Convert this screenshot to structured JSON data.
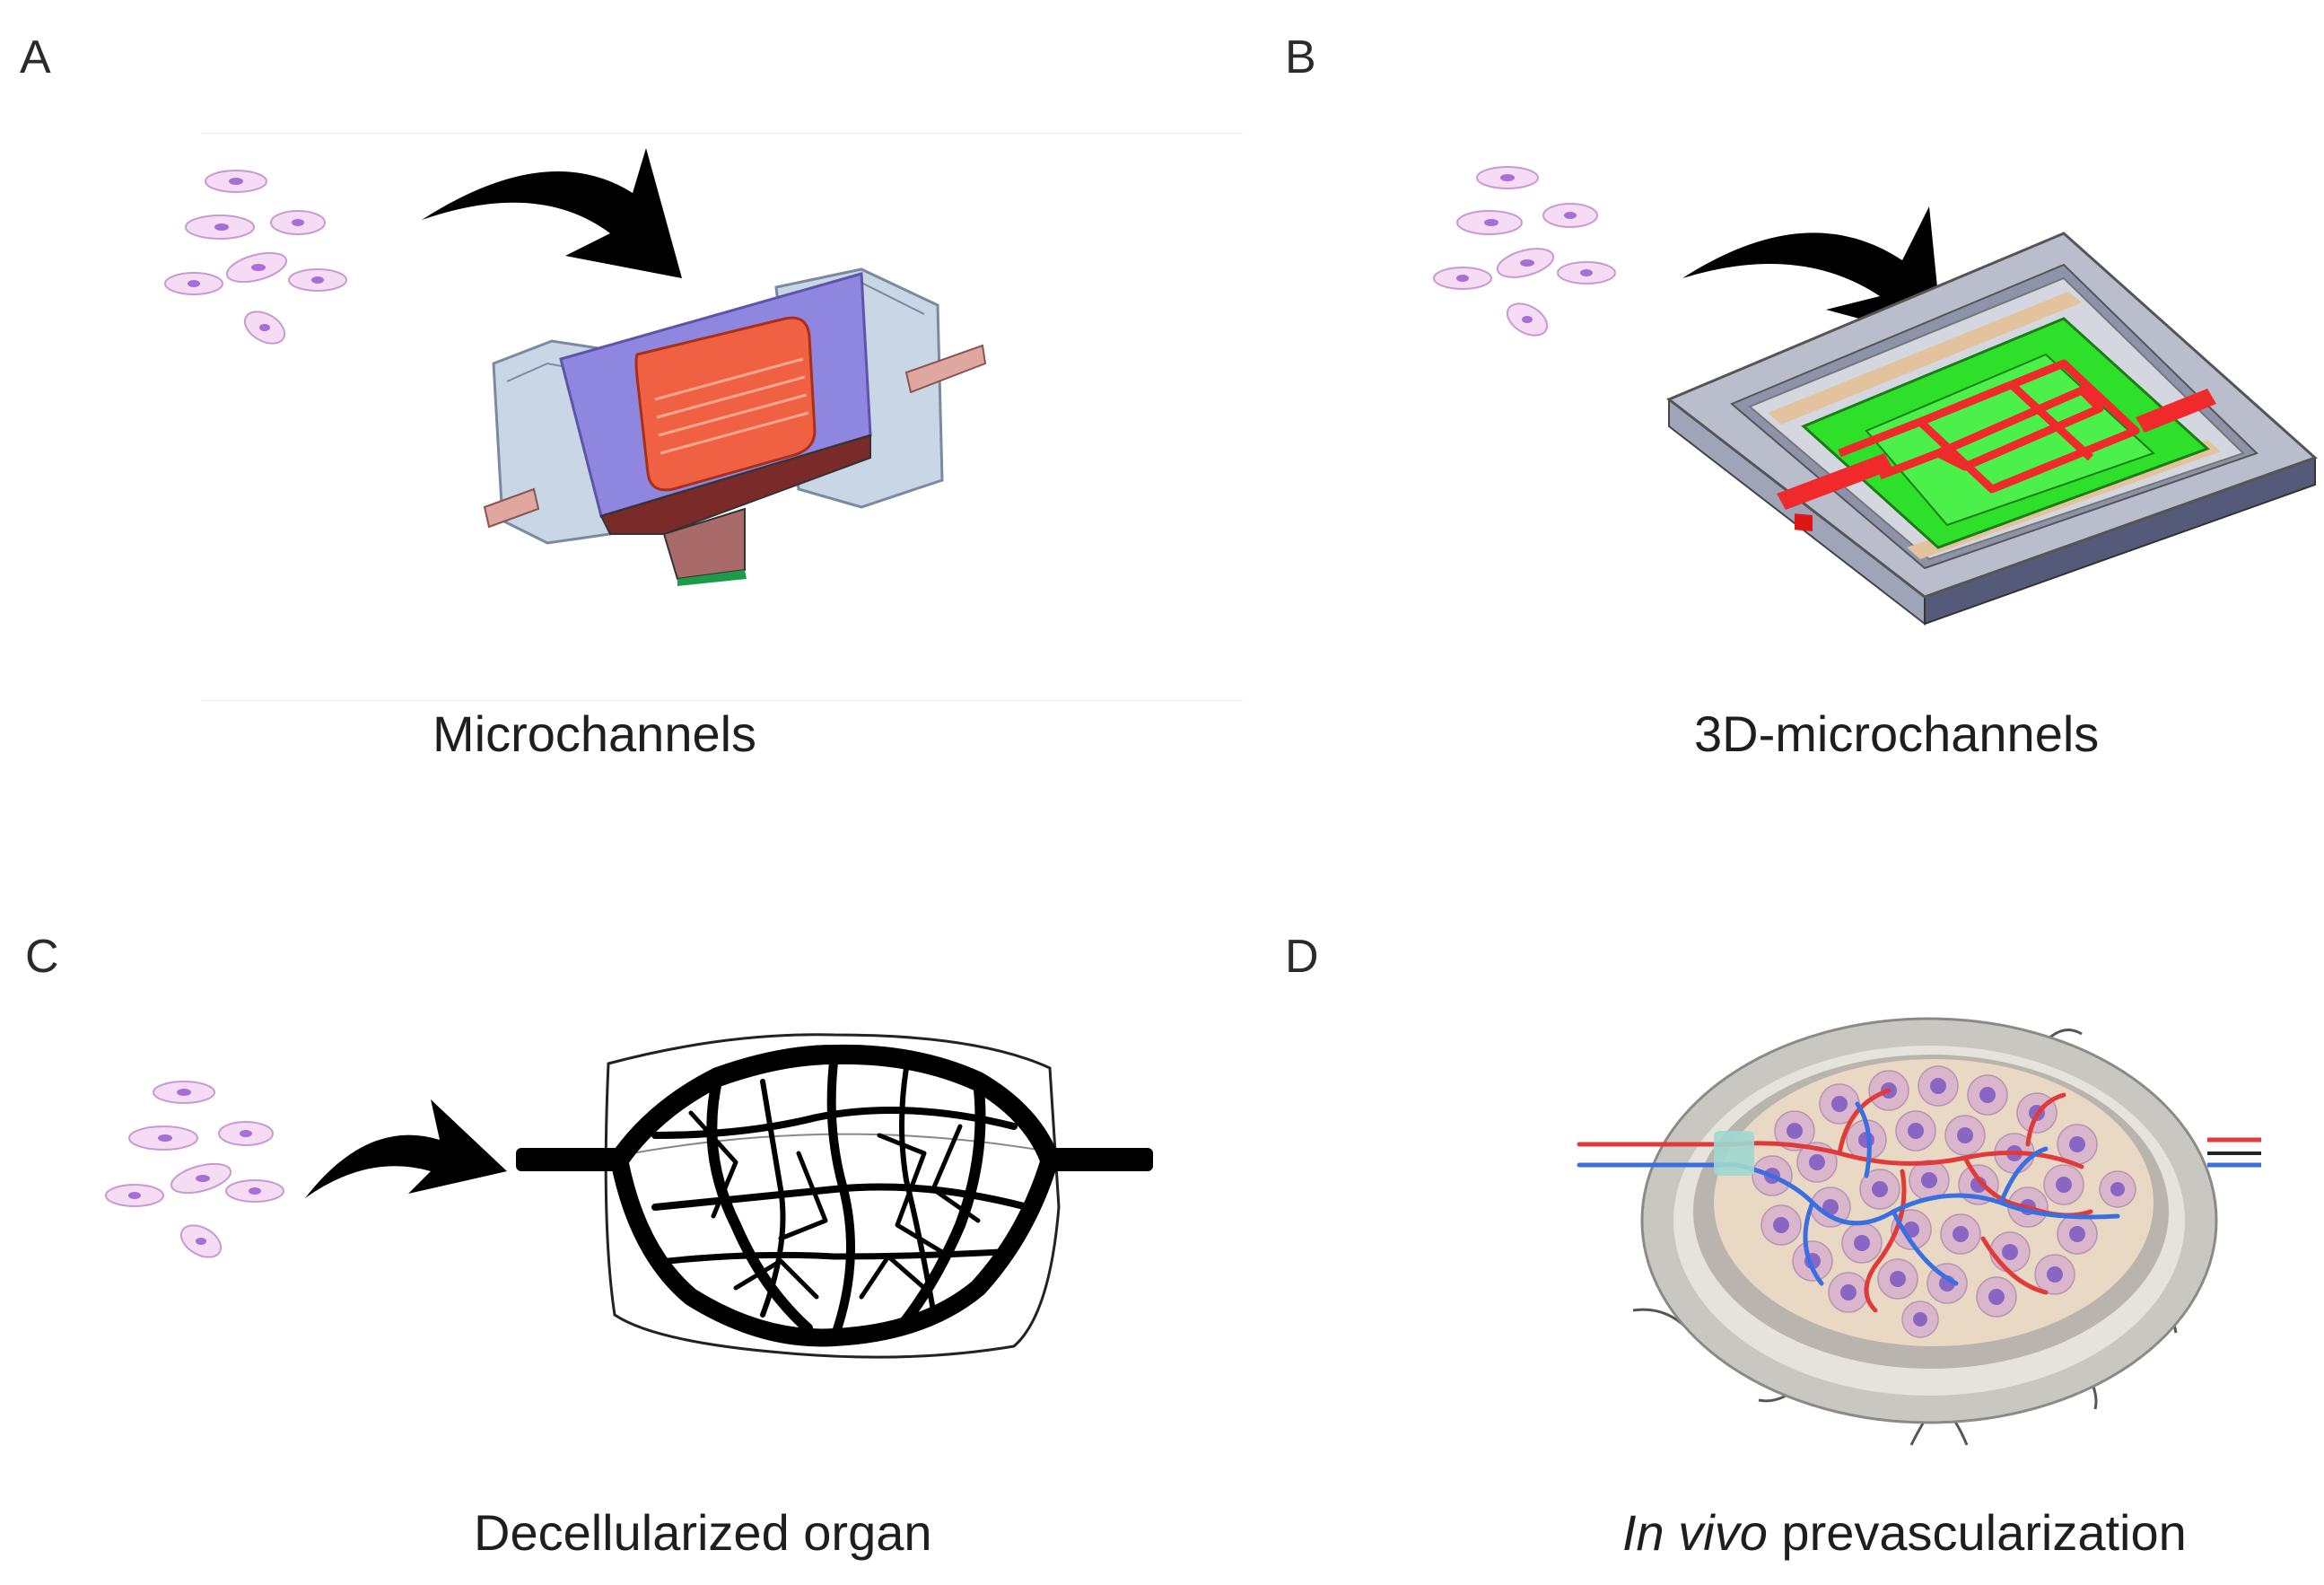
{
  "panels": {
    "a": {
      "letter": "A",
      "caption": "Microchannels"
    },
    "b": {
      "letter": "B",
      "caption": "3D-microchannels"
    },
    "c": {
      "letter": "C",
      "caption": "Decellularized organ"
    },
    "d": {
      "letter": "D",
      "caption_italic": "In vivo",
      "caption_rest": " prevascularization"
    }
  },
  "colors": {
    "cell_fill": "#f5dcf4",
    "cell_stroke": "#c79bd1",
    "cell_nucleus": "#a56fd6",
    "arrow": "#000000",
    "chip_frame": "#c9d6e6",
    "chip_purple": "#8f86df",
    "chip_chamber": "#f06043",
    "green_scaffold": "#2fe02a",
    "red_channel": "#f02a2a",
    "device_gray": "#b9bdcc",
    "vessel_red": "#e03a3a",
    "vessel_blue": "#3a6fe0"
  }
}
